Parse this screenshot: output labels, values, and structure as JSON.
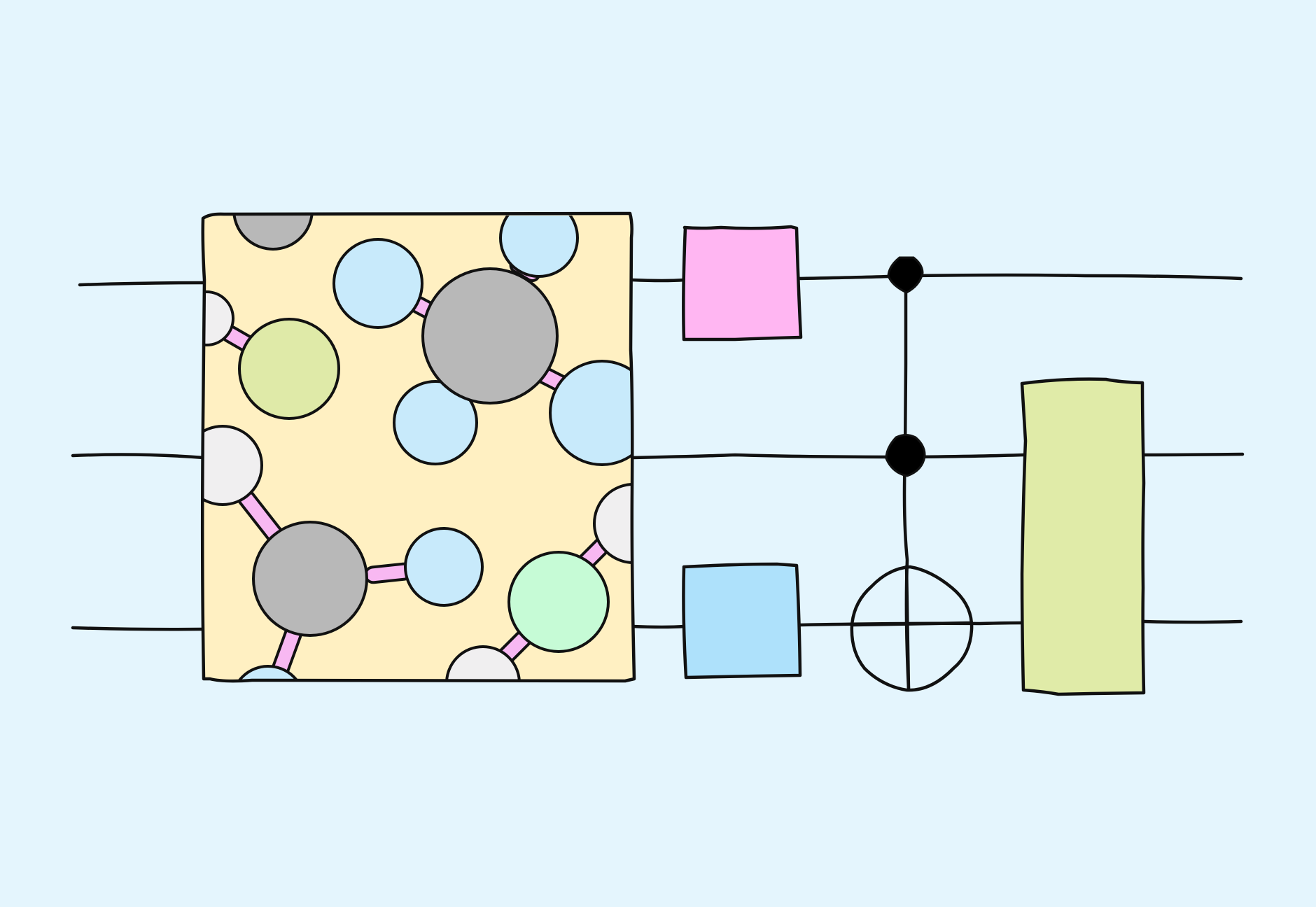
{
  "colors": {
    "background": "#e4f5fd",
    "stroke": "#111111",
    "block_fill": "#fff0c2",
    "gate_pink": "#ffb6f2",
    "gate_blue": "#aee1fb",
    "gate_green": "#e0eba8",
    "atom_gray": "#b8b8b8",
    "atom_blue": "#c8eafb",
    "atom_green": "#dfeaa8",
    "atom_mint": "#c6fbd6",
    "atom_white": "#f0eff0",
    "bond_pink": "#f8b8f2",
    "control_dot": "#000000"
  },
  "diagram": {
    "wires": 3,
    "left_block": {
      "kind": "molecule",
      "icon": "molecule-icon"
    },
    "single_qubit_gates": [
      {
        "wire": 0,
        "color": "pink"
      },
      {
        "wire": 2,
        "color": "blue"
      }
    ],
    "toffoli": {
      "controls": [
        0,
        1
      ],
      "target": 2,
      "target_icon": "target-plus-icon"
    },
    "multi_qubit_gate": {
      "wires": [
        1,
        2
      ],
      "color": "green"
    }
  }
}
